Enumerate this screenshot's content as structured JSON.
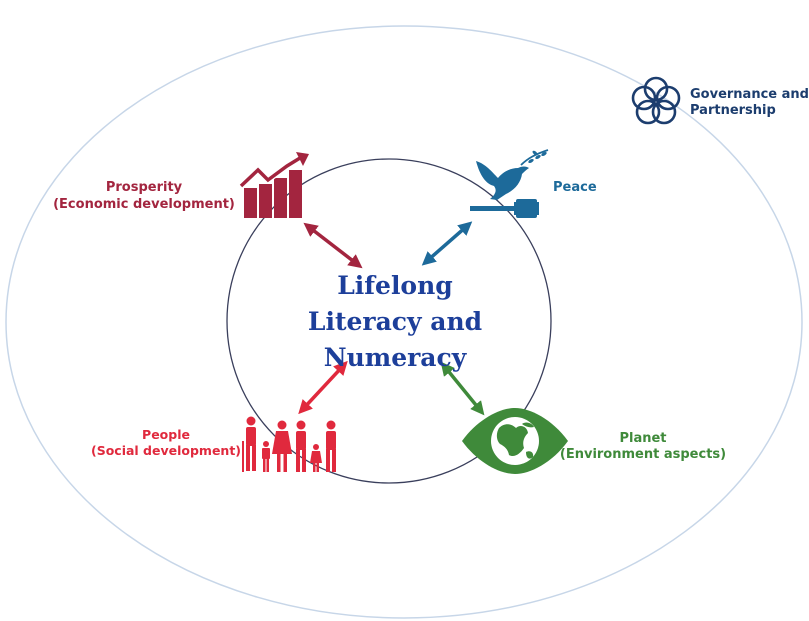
{
  "center": {
    "line1": "Lifelong",
    "line2": "Literacy and",
    "line3": "Numeracy"
  },
  "governance": {
    "line1": "Governance and",
    "line2": "Partnership"
  },
  "prosperity": {
    "line1": "Prosperity",
    "line2": "(Economic development)"
  },
  "peace": {
    "label": "Peace"
  },
  "people": {
    "line1": "People",
    "line2": "(Social development)"
  },
  "planet": {
    "line1": "Planet",
    "line2": "(Environment aspects)"
  },
  "colors": {
    "prosperity": "#a3253f",
    "peace": "#1d6a9a",
    "people": "#e0293d",
    "planet": "#3f8a3a",
    "governance": "#1c3d6e",
    "center": "#1d3f9a",
    "circle": "#3a3f5c",
    "outer": "#c7d6e8"
  },
  "icons": {
    "prosperity": "bar-chart-growth-icon",
    "peace": "dove-gavel-icon",
    "people": "family-icon",
    "planet": "globe-eye-icon",
    "governance": "interlocking-rings-icon"
  }
}
